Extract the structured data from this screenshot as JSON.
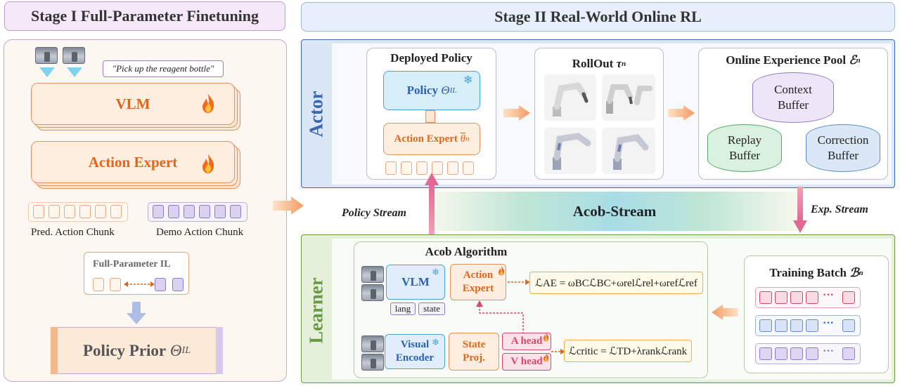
{
  "stage1": {
    "title": "Stage I Full-Parameter Finetuning",
    "instruction": "\"Pick up the reagent bottle\"",
    "vlm_label": "VLM",
    "action_expert_label": "Action Expert",
    "pred_chunk_label": "Pred. Action Chunk",
    "demo_chunk_label": "Demo Action Chunk",
    "il_label": "Full-Parameter IL",
    "prior_label": "Policy Prior",
    "prior_symbol": "Θ",
    "prior_sub": "IL"
  },
  "stage2": {
    "title": "Stage II  Real-World Online RL",
    "actor_label": "Actor",
    "learner_label": "Learner",
    "deployed_policy": {
      "title": "Deployed Policy",
      "policy_label": "Policy",
      "policy_symbol": "Θ",
      "policy_sub": "IL",
      "expert_label": "Action Expert",
      "expert_symbol": "θ",
      "expert_sub": "n"
    },
    "rollout": {
      "title": "RollOut",
      "symbol": "τ",
      "sub": "n"
    },
    "pool": {
      "title": "Online Experience Pool",
      "symbol": "ℰ",
      "sub": "n",
      "context": [
        "Context",
        "Buffer"
      ],
      "replay": [
        "Replay",
        "Buffer"
      ],
      "correction": [
        "Correction",
        "Buffer"
      ]
    },
    "stream": {
      "center": "Acob-Stream",
      "policy": "Policy Stream",
      "exp": "Exp. Stream"
    },
    "algorithm": {
      "title": "Acob Algorithm",
      "vlm": "VLM",
      "lang": "lang",
      "state": "state",
      "action_expert": [
        "Action",
        "Expert"
      ],
      "visual_encoder": [
        "Visual",
        "Encoder"
      ],
      "state_proj": [
        "State",
        "Proj."
      ],
      "a_head": "A head",
      "v_head": "V head",
      "loss_ae": "ℒAE = ωBCℒBC+ωrelℒrel+ωrefℒref",
      "loss_critic": "ℒcritic = ℒTD+λrankℒrank"
    },
    "batch": {
      "title": "Training Batch",
      "symbol": "ℬ",
      "sub": "n"
    }
  },
  "colors": {
    "stage1_border": "#c9a4cb",
    "actor_border": "#3c67b2",
    "learner_border": "#6a9a46",
    "orange_accent": "#e0651f",
    "pink_arrow": "#e7779c"
  }
}
